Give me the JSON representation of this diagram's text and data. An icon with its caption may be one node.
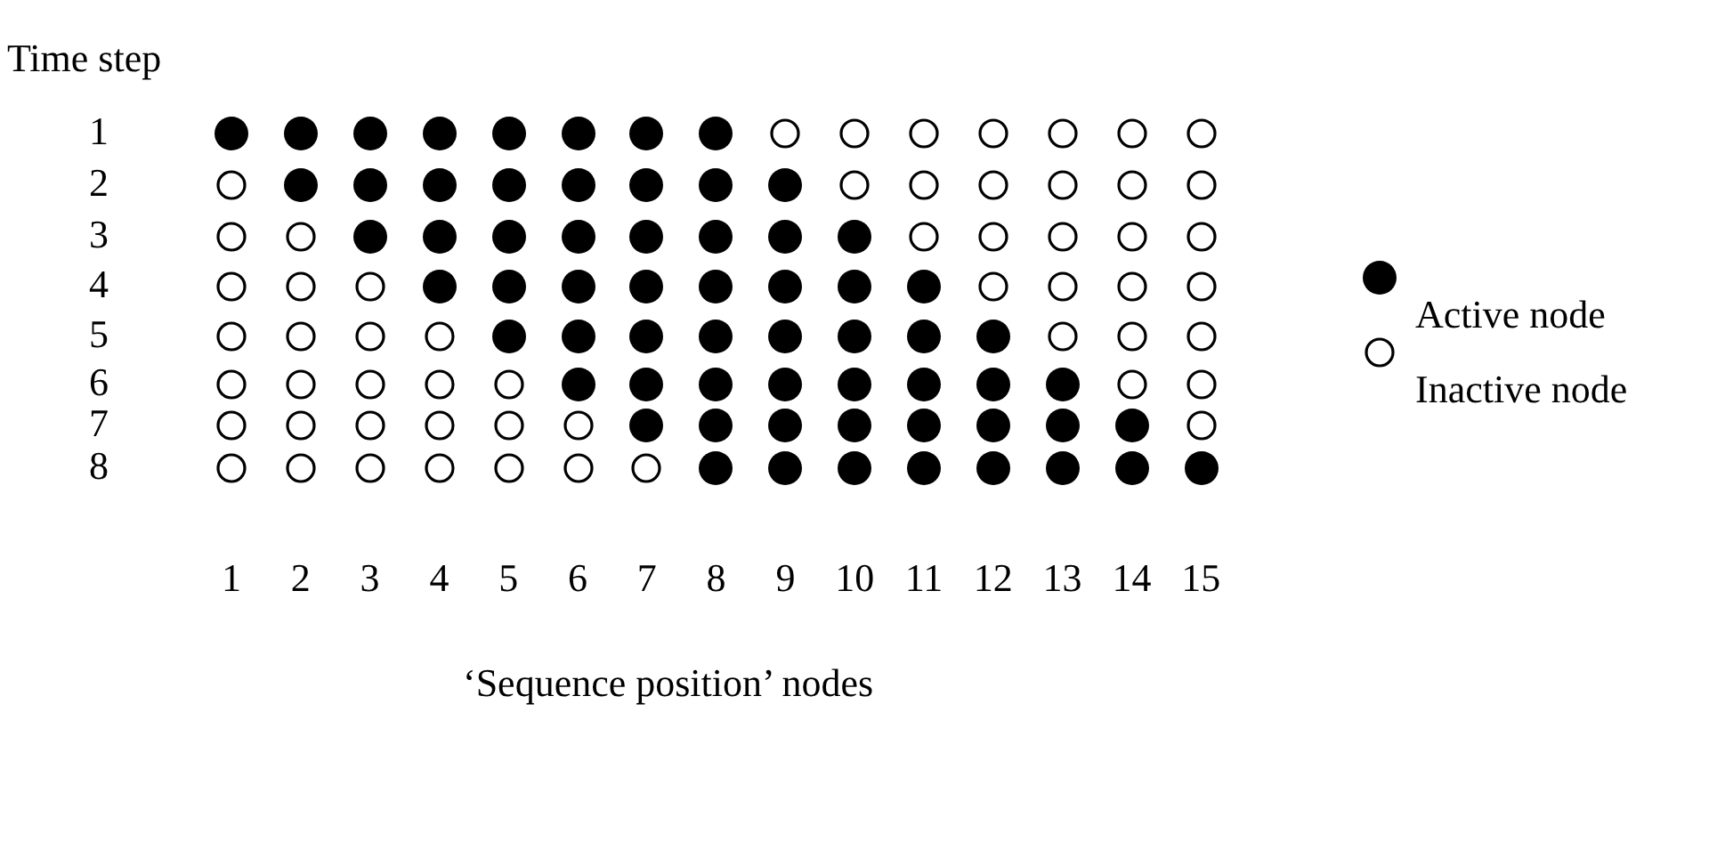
{
  "diagram": {
    "nodes": [
      {
        "text": [],
        "shape": "dot"
      },
      {
        "text": [],
        "shape": "dot"
      },
      {
        "text": [],
        "shape": "dot"
      },
      {
        "text": [],
        "shape": "dot"
      },
      {
        "text": [],
        "shape": "dot"
      },
      {
        "text": [],
        "shape": "dot"
      },
      {
        "text": [],
        "shape": "dot"
      },
      {
        "text": [],
        "shape": "dot"
      },
      {
        "text": [],
        "shape": "circle"
      },
      {
        "text": [],
        "shape": "circle"
      },
      {
        "text": [],
        "shape": "circle"
      },
      {
        "text": [],
        "shape": "circle"
      },
      {
        "text": [],
        "shape": "circle"
      },
      {
        "text": [],
        "shape": "circle"
      },
      {
        "text": [],
        "shape": "circle"
      },
      {
        "text": [],
        "shape": "circle"
      },
      {
        "text": [],
        "shape": "dot"
      },
      {
        "text": [],
        "shape": "dot"
      },
      {
        "text": [],
        "shape": "dot"
      },
      {
        "text": [],
        "shape": "dot"
      },
      {
        "text": [],
        "shape": "dot"
      },
      {
        "text": [],
        "shape": "dot"
      },
      {
        "text": [],
        "shape": "dot"
      },
      {
        "text": [],
        "shape": "dot"
      },
      {
        "text": [],
        "shape": "circle"
      },
      {
        "text": [],
        "shape": "circle"
      },
      {
        "text": [],
        "shape": "circle"
      },
      {
        "text": [],
        "shape": "circle"
      },
      {
        "text": [],
        "shape": "circle"
      },
      {
        "text": [],
        "shape": "circle"
      },
      {
        "text": [],
        "shape": "circle"
      },
      {
        "text": [],
        "shape": "circle"
      },
      {
        "text": [],
        "shape": "dot"
      },
      {
        "text": [],
        "shape": "dot"
      },
      {
        "text": [],
        "shape": "dot"
      },
      {
        "text": [],
        "shape": "dot"
      },
      {
        "text": [],
        "shape": "dot"
      },
      {
        "text": [],
        "shape": "dot"
      },
      {
        "text": [],
        "shape": "dot"
      },
      {
        "text": [],
        "shape": "dot"
      },
      {
        "text": [],
        "shape": "circle"
      },
      {
        "text": [],
        "shape": "circle"
      },
      {
        "text": [],
        "shape": "circle"
      },
      {
        "text": [],
        "shape": "circle"
      },
      {
        "text": [],
        "shape": "circle"
      },
      {
        "text": [],
        "shape": "circle"
      },
      {
        "text": [],
        "shape": "circle"
      },
      {
        "text": [],
        "shape": "circle"
      },
      {
        "text": [],
        "shape": "dot"
      },
      {
        "text": [],
        "shape": "dot"
      },
      {
        "text": [],
        "shape": "dot"
      },
      {
        "text": [],
        "shape": "dot"
      },
      {
        "text": [],
        "shape": "dot"
      },
      {
        "text": [],
        "shape": "dot"
      },
      {
        "text": [],
        "shape": "dot"
      },
      {
        "text": [],
        "shape": "dot"
      },
      {
        "text": [],
        "shape": "circle"
      },
      {
        "text": [],
        "shape": "circle"
      },
      {
        "text": [],
        "shape": "circle"
      },
      {
        "text": [],
        "shape": "circle"
      },
      {
        "text": [],
        "shape": "circle"
      },
      {
        "text": [],
        "shape": "circle"
      },
      {
        "text": [],
        "shape": "circle"
      },
      {
        "text": [],
        "shape": "circle"
      },
      {
        "text": [],
        "shape": "dot"
      },
      {
        "text": [],
        "shape": "dot"
      },
      {
        "text": [],
        "shape": "dot"
      },
      {
        "text": [],
        "shape": "dot"
      },
      {
        "text": [],
        "shape": "dot"
      },
      {
        "text": [],
        "shape": "dot"
      },
      {
        "text": [],
        "shape": "dot"
      },
      {
        "text": [],
        "shape": "dot"
      },
      {
        "text": [],
        "shape": "circle"
      },
      {
        "text": [],
        "shape": "circle"
      },
      {
        "text": [],
        "shape": "circle"
      },
      {
        "text": [],
        "shape": "circle"
      },
      {
        "text": [],
        "shape": "circle"
      },
      {
        "text": [],
        "shape": "circle"
      },
      {
        "text": [],
        "shape": "circle"
      },
      {
        "text": [],
        "shape": "circle"
      },
      {
        "text": [],
        "shape": "dot"
      },
      {
        "text": [],
        "shape": "dot"
      },
      {
        "text": [],
        "shape": "dot"
      },
      {
        "text": [],
        "shape": "dot"
      },
      {
        "text": [],
        "shape": "dot"
      },
      {
        "text": [],
        "shape": "dot"
      },
      {
        "text": [],
        "shape": "dot"
      },
      {
        "text": [],
        "shape": "dot"
      },
      {
        "text": [],
        "shape": "circle"
      },
      {
        "text": [],
        "shape": "circle"
      },
      {
        "text": [],
        "shape": "circle"
      },
      {
        "text": [],
        "shape": "circle"
      },
      {
        "text": [],
        "shape": "circle"
      },
      {
        "text": [],
        "shape": "circle"
      },
      {
        "text": [],
        "shape": "circle"
      },
      {
        "text": [],
        "shape": "circle"
      },
      {
        "text": [],
        "shape": "dot"
      },
      {
        "text": [],
        "shape": "dot"
      },
      {
        "text": [],
        "shape": "dot"
      },
      {
        "text": [],
        "shape": "dot"
      },
      {
        "text": [],
        "shape": "dot"
      },
      {
        "text": [],
        "shape": "dot"
      },
      {
        "text": [],
        "shape": "dot"
      },
      {
        "text": [],
        "shape": "dot"
      },
      {
        "text": [],
        "shape": "circle"
      },
      {
        "text": [],
        "shape": "circle"
      },
      {
        "text": [],
        "shape": "circle"
      },
      {
        "text": [],
        "shape": "circle"
      },
      {
        "text": [],
        "shape": "circle"
      },
      {
        "text": [],
        "shape": "circle"
      },
      {
        "text": [],
        "shape": "circle"
      },
      {
        "text": [],
        "shape": "circle"
      },
      {
        "text": [],
        "shape": "dot"
      },
      {
        "text": [],
        "shape": "dot"
      },
      {
        "text": [],
        "shape": "dot"
      },
      {
        "text": [],
        "shape": "dot"
      },
      {
        "text": [],
        "shape": "dot"
      },
      {
        "text": [],
        "shape": "dot"
      },
      {
        "text": [],
        "shape": "dot"
      },
      {
        "text": [],
        "shape": "dot"
      }
    ],
    "labels": [
      "Time step",
      "1",
      "2",
      "3",
      "4",
      "5",
      "6",
      "7",
      "8",
      "1",
      "2",
      "3",
      "4",
      "5",
      "6",
      "7",
      "8",
      "9",
      "10",
      "11",
      "12",
      "13",
      "14",
      "15",
      "‘Sequence position’ nodes"
    ],
    "legend": [
      {
        "text": "Active node"
      },
      {
        "text": "Inactive node"
      }
    ]
  }
}
